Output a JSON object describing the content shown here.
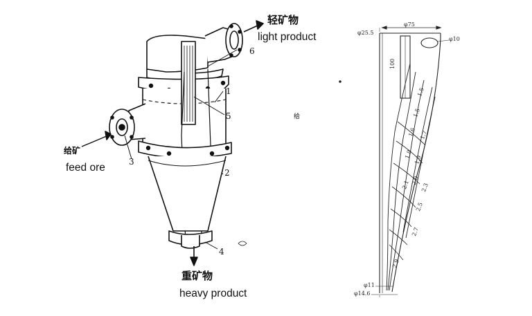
{
  "labels": {
    "light_cn": "轻矿物",
    "light_en": "light product",
    "feed_cn": "给矿",
    "feed_en": "feed ore",
    "heavy_cn": "重矿物",
    "heavy_en": "heavy product",
    "stray_char": "给"
  },
  "part_numbers": [
    "1",
    "2",
    "3",
    "4",
    "5",
    "6"
  ],
  "dimensions": {
    "top_small": "φ25.5",
    "top_width": "φ75",
    "hole": "φ10",
    "tube_length": "100",
    "bottom_inner": "φ11",
    "bottom_outer": "φ14.6"
  },
  "profile_values": [
    "1.5",
    "1.5",
    "1.6",
    "1.7",
    "1.8",
    "1.9",
    "2.0",
    "2.1",
    "2.3",
    "2.5",
    "2.7",
    "2.9"
  ]
}
